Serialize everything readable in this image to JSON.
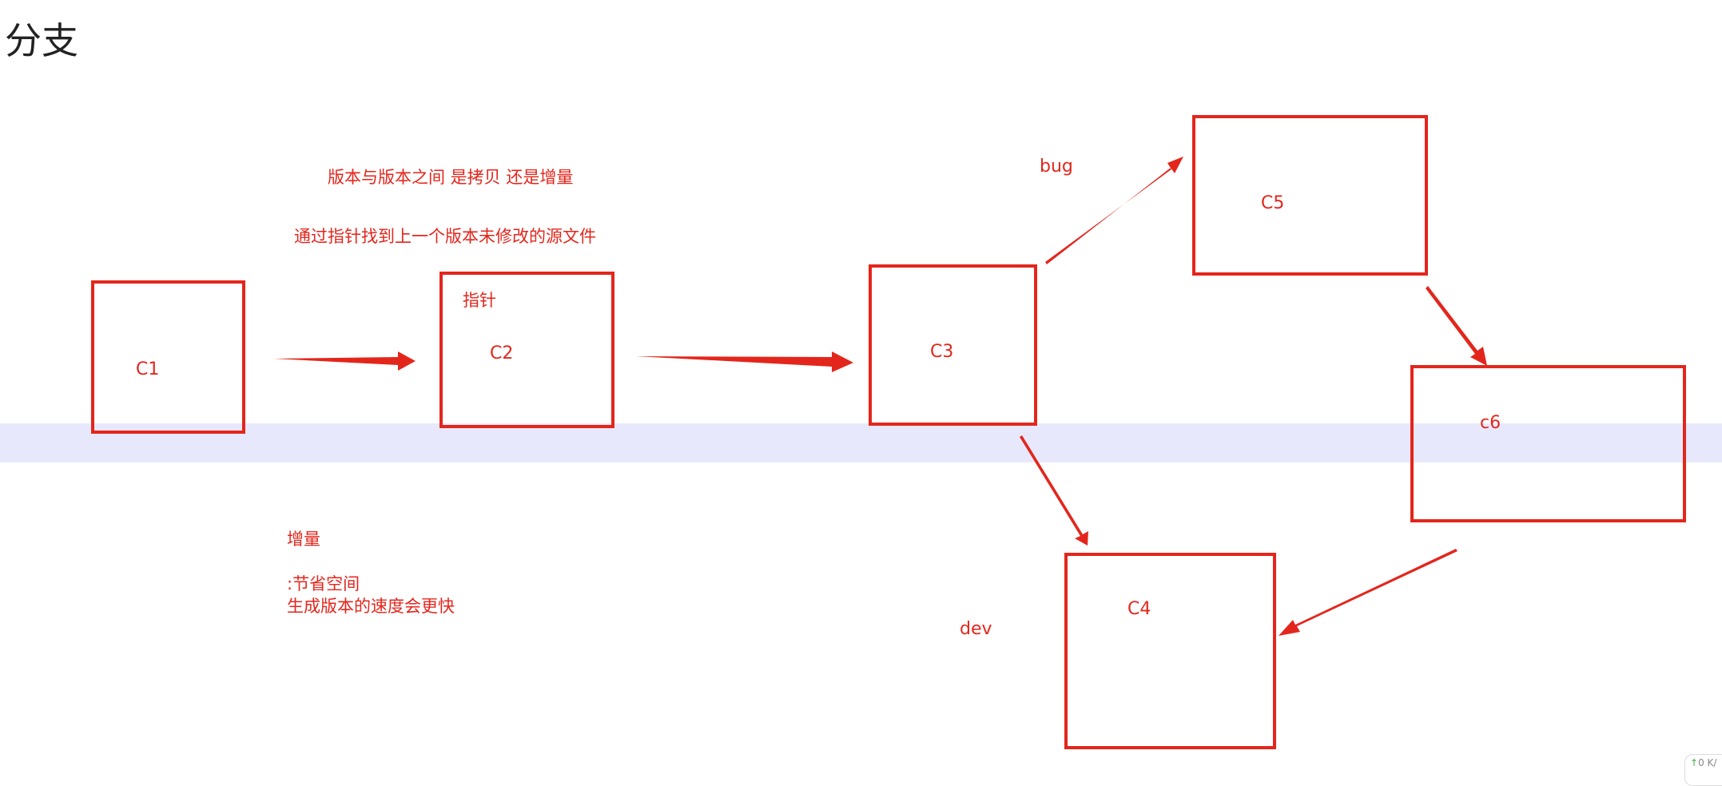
{
  "page": {
    "title": "分支"
  },
  "annotations": {
    "copy_question": "版本与版本之间 是拷贝 还是增量",
    "pointer_note": "通过指针找到上一个版本未修改的源文件",
    "pointer": "指针",
    "increment_title": "增量",
    "increment_line1": ":节省空间",
    "increment_line2": "生成版本的速度会更快"
  },
  "branches": {
    "bug": "bug",
    "dev": "dev"
  },
  "nodes": {
    "c1": "C1",
    "c2": "C2",
    "c3": "C3",
    "c4": "C4",
    "c5": "C5",
    "c6": "c6"
  },
  "colors": {
    "accent": "#e3261c",
    "band": "#e8e8fd"
  },
  "status_widget": {
    "up_count": "0",
    "suffix": "K/"
  }
}
